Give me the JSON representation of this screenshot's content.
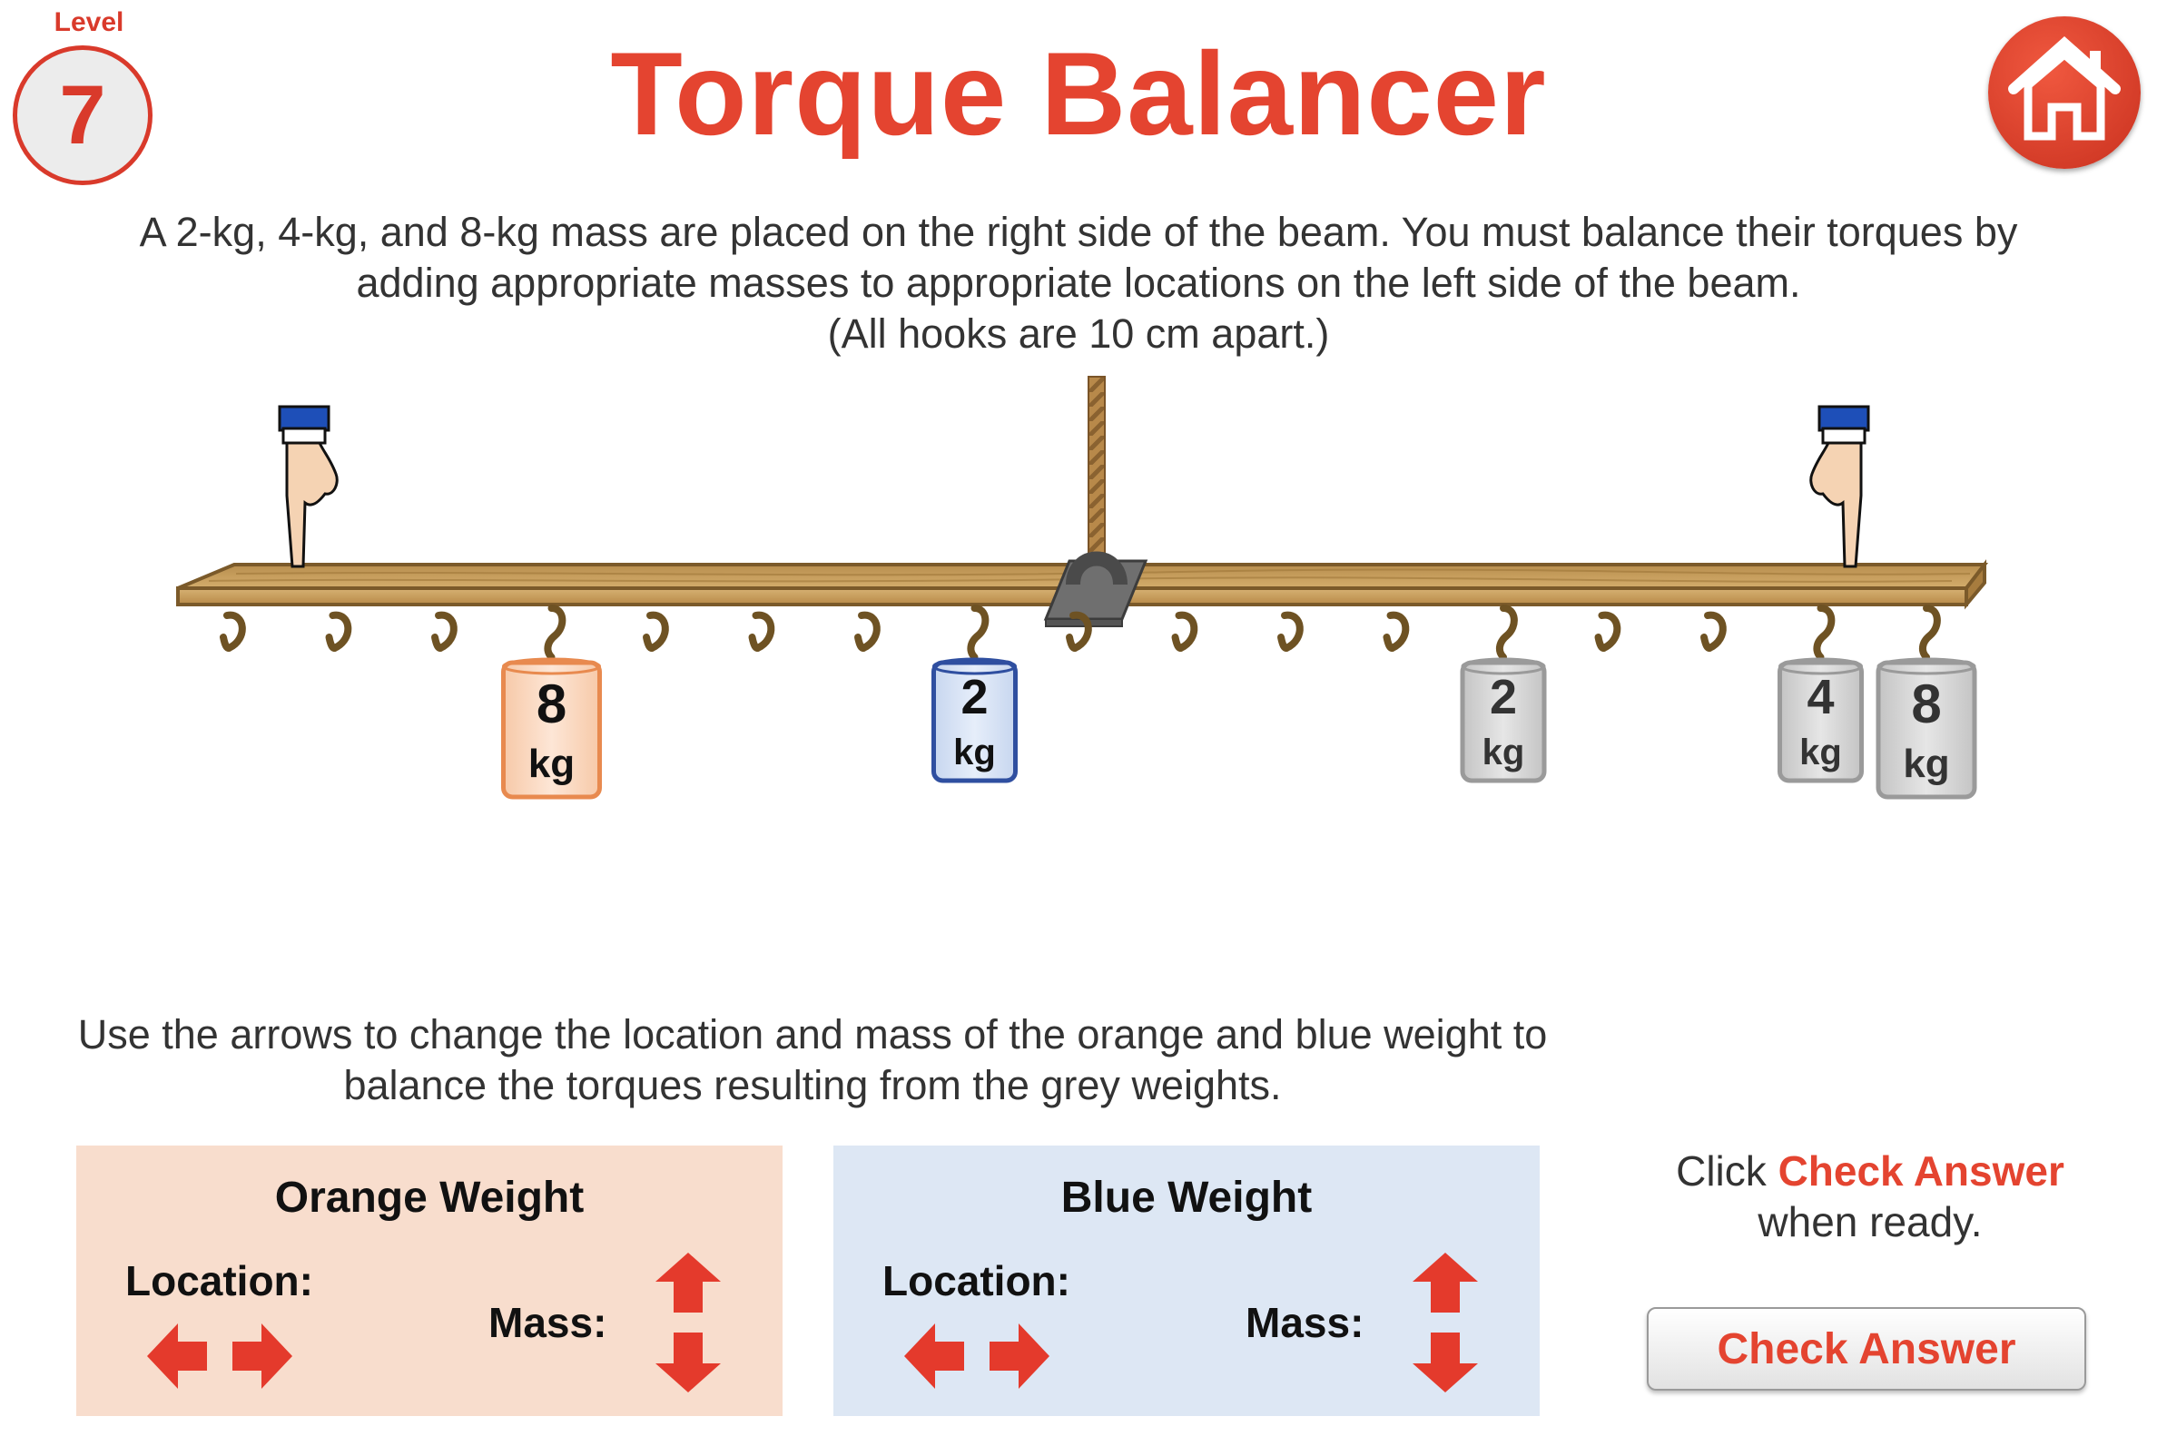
{
  "header": {
    "level_label": "Level",
    "level_number": "7",
    "title": "Torque Balancer"
  },
  "instructions": {
    "line1": "A 2-kg, 4-kg, and 8-kg mass are placed on the right side of the beam. You must balance their torques by",
    "line2": "adding appropriate masses to appropriate locations on the left side of the beam.",
    "line3": "(All hooks are 10 cm apart.)"
  },
  "beam": {
    "hook_count": 17,
    "hook_spacing_cm": 10,
    "weights": [
      {
        "id": "orange",
        "hook": 4,
        "mass": "8",
        "unit": "kg",
        "color": "orange"
      },
      {
        "id": "blue",
        "hook": 8,
        "mass": "2",
        "unit": "kg",
        "color": "blue"
      },
      {
        "id": "grey-2",
        "hook": 13,
        "mass": "2",
        "unit": "kg",
        "color": "grey"
      },
      {
        "id": "grey-4",
        "hook": 16,
        "mass": "4",
        "unit": "kg",
        "color": "grey"
      },
      {
        "id": "grey-8",
        "hook": 17,
        "mass": "8",
        "unit": "kg",
        "color": "grey"
      }
    ]
  },
  "arrow_instructions": {
    "line1": "Use the arrows to change the location and mass of the orange and blue weight to",
    "line2": "balance the torques resulting from the grey weights."
  },
  "orange_panel": {
    "title": "Orange Weight",
    "location_label": "Location:",
    "mass_label": "Mass:"
  },
  "blue_panel": {
    "title": "Blue Weight",
    "location_label": "Location:",
    "mass_label": "Mass:"
  },
  "check": {
    "hint_prefix": "Click ",
    "hint_highlight": "Check Answer",
    "hint_line2": "when ready.",
    "button_label": "Check Answer"
  },
  "colors": {
    "accent": "#e44430",
    "orange_panel_bg": "#f8ddcd",
    "blue_panel_bg": "#dde7f4",
    "wood": "#c9a05c"
  }
}
